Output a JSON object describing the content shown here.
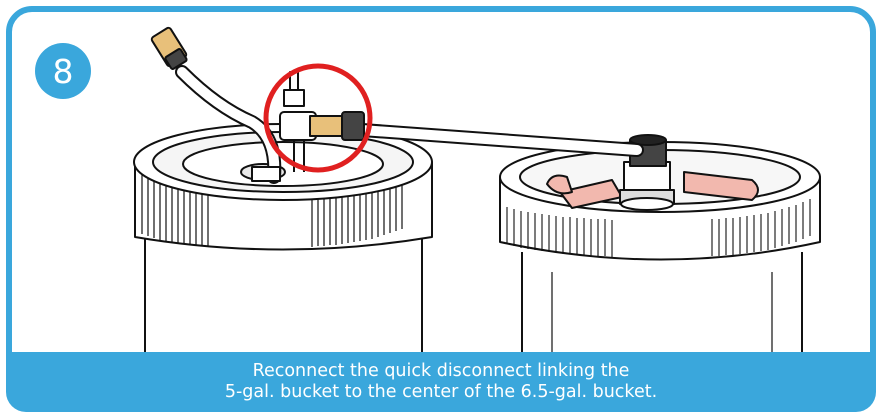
{
  "step": {
    "number": "8"
  },
  "caption": {
    "line1": "Reconnect the quick disconnect linking the",
    "line2": "5-gal. bucket to the center of the 6.5-gal. bucket."
  },
  "colors": {
    "accent": "#3aa7dc",
    "highlight_circle": "#e02020",
    "fitting_brass": "#e8c07a",
    "valve_pink": "#f2b8ae"
  },
  "icons": {
    "step_badge": "numbered-circle",
    "highlight": "red-highlight-circle"
  }
}
